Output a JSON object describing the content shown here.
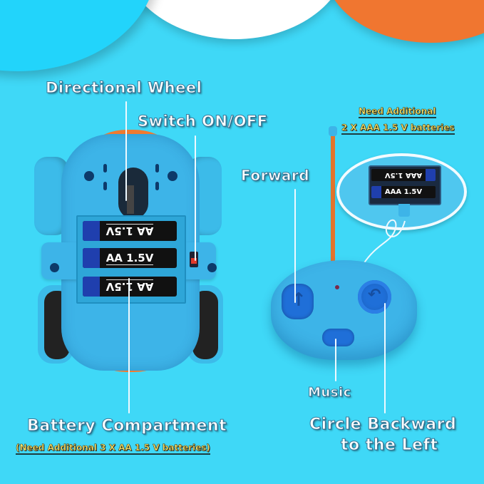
{
  "colors": {
    "background": "#3fd8f7",
    "blob_left": "#22d4fb",
    "blob_white": "#ffffff",
    "blob_orange": "#f07630",
    "robot_body": "#3db4e8",
    "note_text": "#ffe86b",
    "button_blue": "#1f6fd8"
  },
  "robot": {
    "labels": {
      "directional_wheel": "Directional Wheel",
      "switch": "Switch ON/OFF",
      "battery_compartment": "Battery Compartment",
      "battery_note": "(Need Additional 3 X AA 1.5 V batteries)"
    },
    "batteries": [
      {
        "text": "AA 1.5V",
        "orientation": "upside-down"
      },
      {
        "text": "AA 1.5V",
        "orientation": "upright"
      },
      {
        "text": "AA 1.5V",
        "orientation": "upside-down"
      }
    ]
  },
  "remote": {
    "labels": {
      "forward": "Forward",
      "music": "Music",
      "circle_backward": "Circle Backward",
      "circle_backward_line2": "to the Left"
    },
    "battery_note": {
      "line1": "Need Additional",
      "line2": "2 X AAA 1.5 V batteries"
    },
    "batteries": [
      {
        "text": "AAA 1.5V",
        "orientation": "upside-down"
      },
      {
        "text": "AAA 1.5V",
        "orientation": "upright"
      }
    ]
  }
}
